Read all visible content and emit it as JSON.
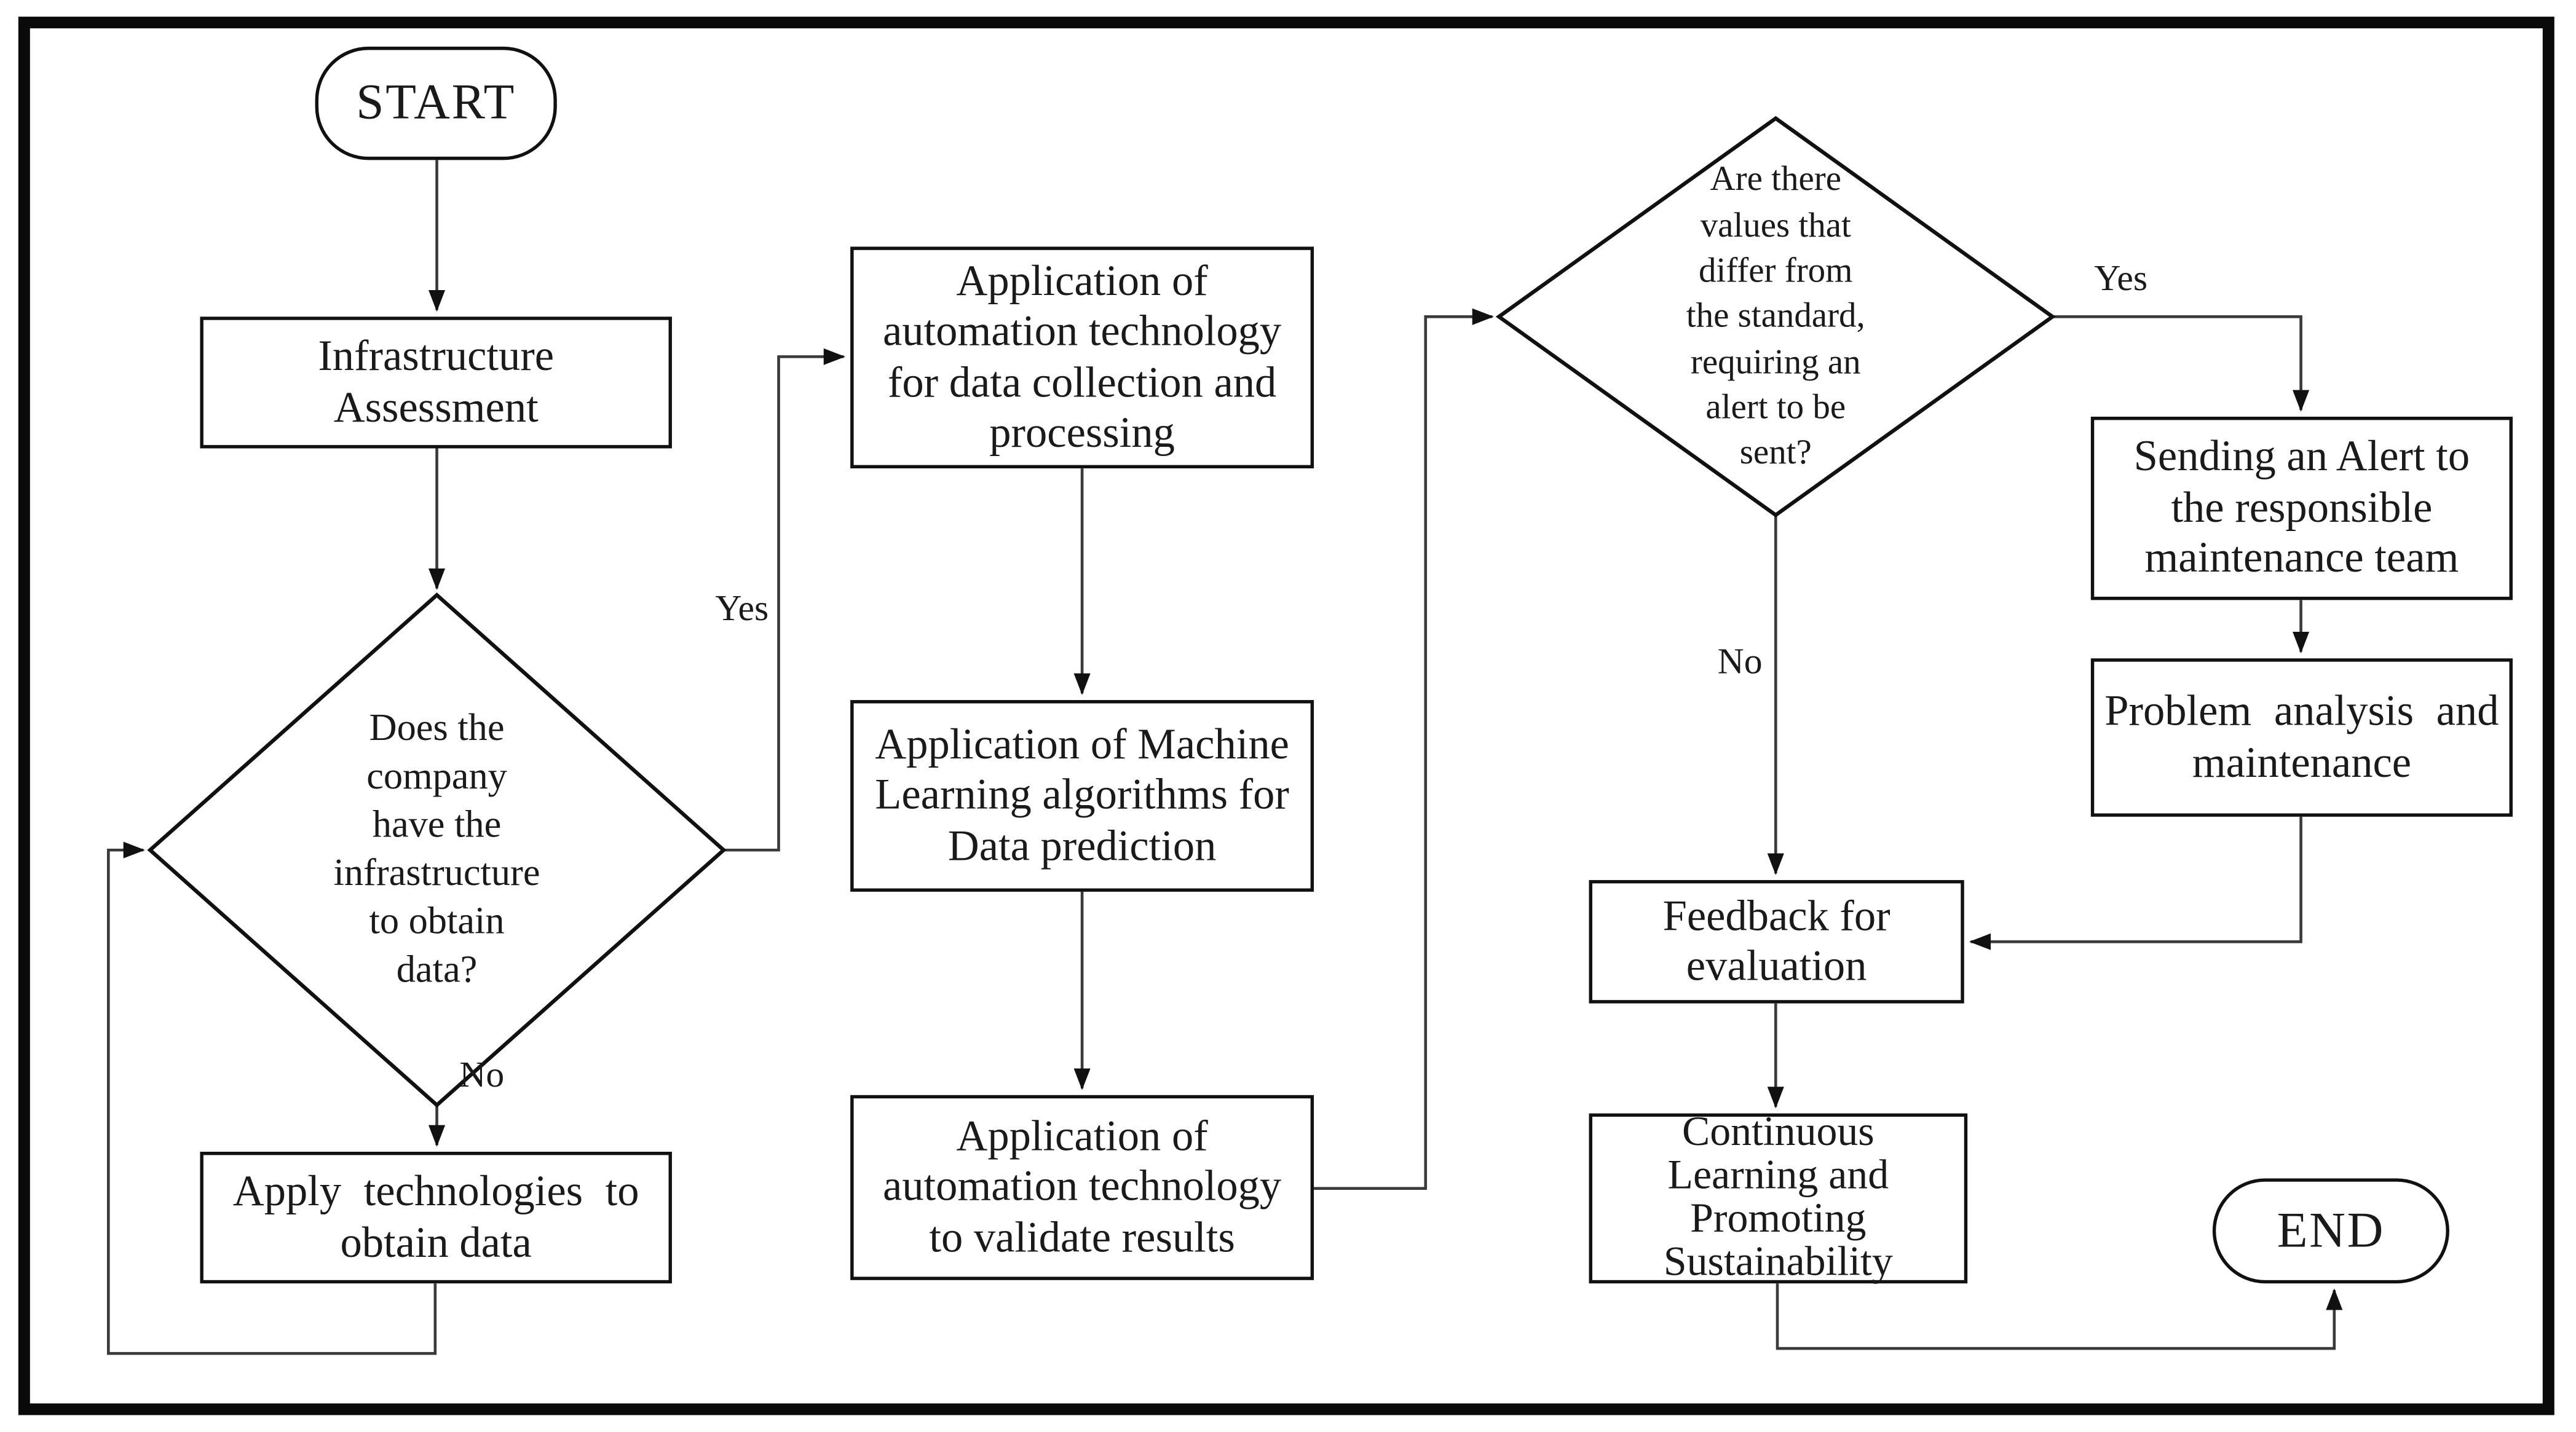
{
  "diagram": {
    "type": "flowchart",
    "nodes": {
      "start": {
        "shape": "terminator",
        "label": "START"
      },
      "infrastructure_assessment": {
        "shape": "process",
        "lines": [
          "Infrastructure",
          "Assessment"
        ]
      },
      "has_infrastructure": {
        "shape": "decision",
        "lines": [
          "Does the",
          "company",
          "have the",
          "infrastructure",
          "to obtain",
          "data?"
        ]
      },
      "apply_technologies": {
        "shape": "process",
        "lines": [
          "Apply technologies to",
          "obtain data"
        ]
      },
      "automation_collection": {
        "shape": "process",
        "lines": [
          "Application of",
          "automation technology",
          "for data collection and",
          "processing"
        ]
      },
      "ml_prediction": {
        "shape": "process",
        "lines": [
          "Application of Machine",
          "Learning algorithms for",
          "Data prediction"
        ]
      },
      "automation_validation": {
        "shape": "process",
        "lines": [
          "Application of",
          "automation technology",
          "to validate results"
        ]
      },
      "values_differ": {
        "shape": "decision",
        "lines": [
          "Are there",
          "values that",
          "differ from",
          "the standard,",
          "requiring an",
          "alert to be",
          "sent?"
        ]
      },
      "send_alert": {
        "shape": "process",
        "lines": [
          "Sending an Alert to",
          "the responsible",
          "maintenance team"
        ]
      },
      "problem_analysis": {
        "shape": "process",
        "lines": [
          "Problem analysis and",
          "maintenance"
        ]
      },
      "feedback": {
        "shape": "process",
        "lines": [
          "Feedback for",
          "evaluation"
        ]
      },
      "continuous_learning": {
        "shape": "process",
        "lines": [
          "Continuous",
          "Learning and",
          "Promoting",
          "Sustainability"
        ]
      },
      "end": {
        "shape": "terminator",
        "label": "END"
      }
    },
    "edge_labels": {
      "yes_left": "Yes",
      "no_left": "No",
      "yes_right": "Yes",
      "no_right": "No"
    },
    "colors": {
      "background": "#ffffff",
      "frame": "#0a0a0a",
      "node_border": "#111111",
      "connector": "#3a3a3a",
      "text": "#1a1a1a"
    }
  }
}
